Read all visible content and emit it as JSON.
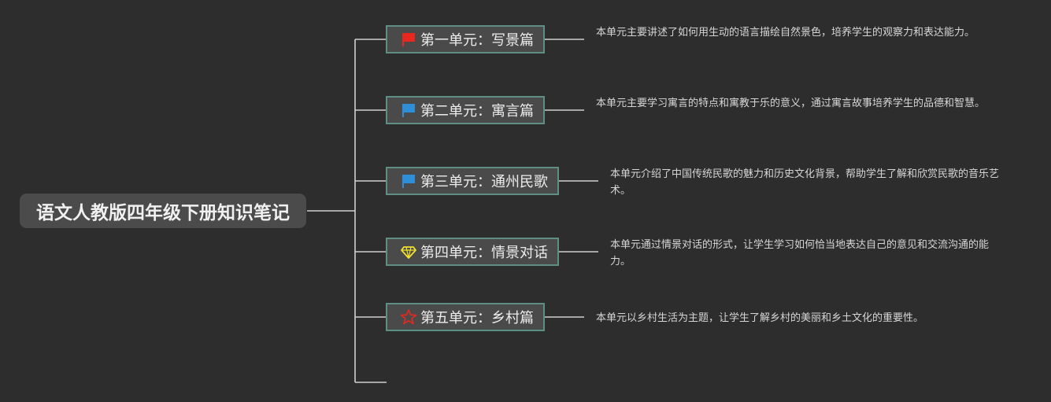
{
  "root": {
    "title": "语文人教版四年级下册知识笔记"
  },
  "units": [
    {
      "label": "第一单元：写景篇",
      "icon": "red-flag-icon",
      "icon_color": "#e8281e",
      "note": "本单元主要讲述了如何用生动的语言描绘自然景色，培养学生的观察力和表达能力。"
    },
    {
      "label": "第二单元：寓言篇",
      "icon": "blue-flag-icon",
      "icon_color": "#2e8fd8",
      "note": "本单元主要学习寓言的特点和寓教于乐的意义，通过寓言故事培养学生的品德和智慧。"
    },
    {
      "label": "第三单元：通州民歌",
      "icon": "blue-flag-icon",
      "icon_color": "#2e8fd8",
      "note": "本单元介绍了中国传统民歌的魅力和历史文化背景，帮助学生了解和欣赏民歌的音乐艺术。"
    },
    {
      "label": "第四单元：情景对话",
      "icon": "diamond-icon",
      "icon_color": "#f2e030",
      "note": "本单元通过情景对话的形式，让学生学习如何恰当地表达自己的意见和交流沟通的能力。"
    },
    {
      "label": "第五单元：乡村篇",
      "icon": "star-icon",
      "icon_color": "#e8281e",
      "note": "本单元以乡村生活为主题，让学生了解乡村的美丽和乡土文化的重要性。"
    }
  ],
  "colors": {
    "background": "#2d2d2d",
    "connector": "#cfcfcf",
    "node_border": "#5f8f84"
  }
}
